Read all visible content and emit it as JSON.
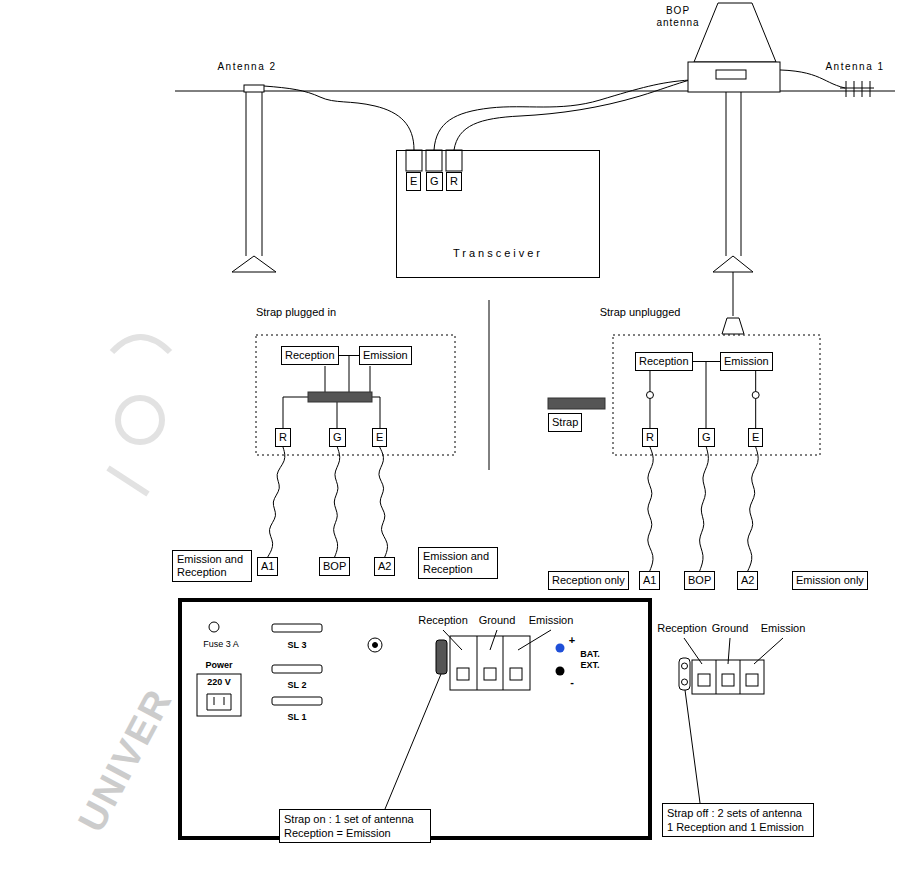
{
  "diagram": {
    "nodes": [
      {
        "text": [
          "Transceiver"
        ]
      },
      {
        "text": [
          "E"
        ],
        "in": 0
      },
      {
        "text": [
          "G"
        ],
        "in": 0
      },
      {
        "text": [
          "R"
        ],
        "in": 0
      },
      {
        "text": [
          "Reception"
        ]
      },
      {
        "text": [
          "Emission"
        ]
      },
      {
        "text": [
          "R"
        ]
      },
      {
        "text": [
          "G"
        ]
      },
      {
        "text": [
          "E"
        ]
      },
      {
        "text": [
          "Emission and Reception"
        ]
      },
      {
        "text": [
          "A1"
        ]
      },
      {
        "text": [
          "BOP"
        ]
      },
      {
        "text": [
          "A2"
        ]
      },
      {
        "text": [
          "Emission and Reception"
        ]
      },
      {
        "text": [
          "Strap"
        ]
      },
      {
        "text": [
          "Reception"
        ]
      },
      {
        "text": [
          "Emission"
        ]
      },
      {
        "text": [
          "R"
        ]
      },
      {
        "text": [
          "G"
        ]
      },
      {
        "text": [
          "E"
        ]
      },
      {
        "text": [
          "Reception only"
        ]
      },
      {
        "text": [
          "A1"
        ]
      },
      {
        "text": [
          "BOP"
        ]
      },
      {
        "text": [
          "A2"
        ]
      },
      {
        "text": [
          "Emission only"
        ]
      },
      {
        "text": [
          "Strap on : 1 set of antenna Reception = Emission"
        ]
      },
      {
        "text": [
          "Strap off : 2 sets of antenna 1 Reception and 1 Emission"
        ]
      }
    ],
    "edges": [
      {
        "from": 4,
        "to": 5,
        "arrow": "none"
      },
      {
        "from": 6,
        "to": 10,
        "arrow": "none"
      },
      {
        "from": 7,
        "to": 11,
        "arrow": "none"
      },
      {
        "from": 8,
        "to": 12,
        "arrow": "none"
      },
      {
        "from": 15,
        "to": 16,
        "arrow": "none"
      },
      {
        "from": 15,
        "to": 17,
        "arrow": "none"
      },
      {
        "from": 16,
        "to": 19,
        "arrow": "none"
      },
      {
        "from": 17,
        "to": 21,
        "arrow": "none"
      },
      {
        "from": 18,
        "to": 22,
        "arrow": "none"
      },
      {
        "from": 19,
        "to": 23,
        "arrow": "none"
      }
    ],
    "labels": [
      "Antenna 2",
      "BOP antenna",
      "Antenna 1",
      "Strap plugged in",
      "Strap unplugged",
      "Fuse 3 A",
      "Power",
      "220 V",
      "SL 3",
      "SL 2",
      "SL 1",
      "Reception",
      "Ground",
      "Emission",
      "+",
      "BAT. EXT.",
      "-",
      "Reception",
      "Ground",
      "Emission",
      "UNIVER"
    ]
  }
}
